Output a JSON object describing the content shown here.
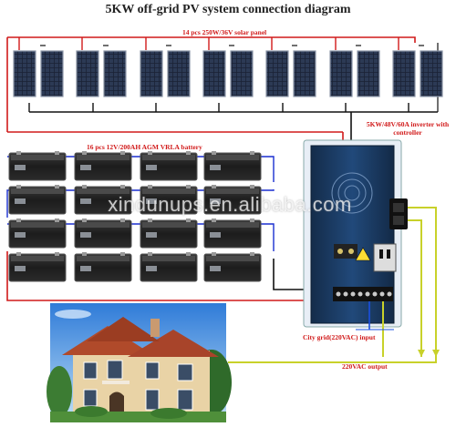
{
  "title": "5KW off-grid PV system connection diagram",
  "labels": {
    "solar_panels": "14 pcs 250W/36V solar panel",
    "inverter": "5KW/48V/60A inverter with controller",
    "battery": "16 pcs 12V/200AH AGM VRLA battery",
    "city_grid": "City grid(220VAC) input",
    "ac_output": "220VAC output"
  },
  "watermark": "xindunups.en.alibaba.com",
  "colors": {
    "positive_wire": "#d11a1a",
    "negative_wire": "#111111",
    "battery_link": "#1a2fd1",
    "ac_wire": "#c8d12a",
    "grid_wire": "#1a4fe0",
    "inverter_body": "#1d3f66"
  },
  "icons": {
    "solar_panel": "solar-panel-icon",
    "battery": "battery-icon",
    "inverter": "inverter-icon",
    "house": "house-icon"
  }
}
